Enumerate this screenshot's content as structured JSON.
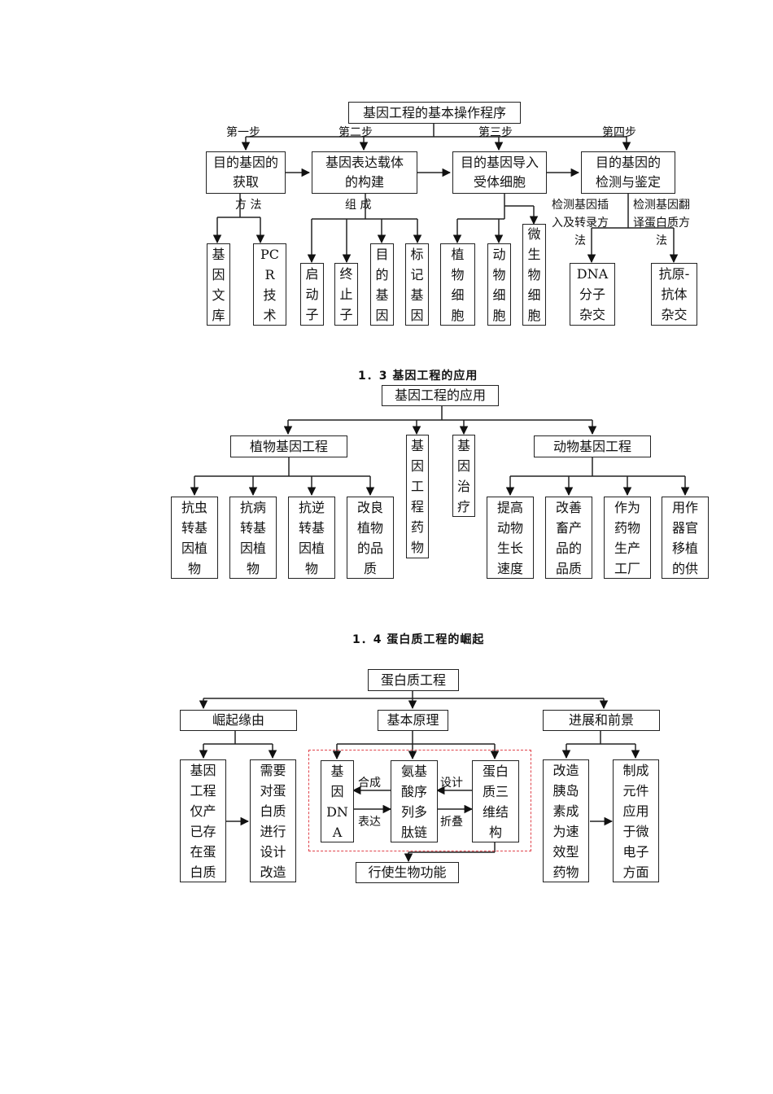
{
  "diagram1": {
    "root": "基因工程的基本操作程序",
    "steps": [
      {
        "label": "第一步",
        "box": "目的基因的获取",
        "box_lines": [
          "目的基因的",
          "获取"
        ],
        "edge_label": "方  法",
        "children": [
          [
            "基",
            "因",
            "文",
            "库"
          ],
          [
            "PC",
            "R",
            "技",
            "术"
          ]
        ]
      },
      {
        "label": "第二步",
        "box": "基因表达载体的构建",
        "box_lines": [
          "基因表达载体",
          "的构建"
        ],
        "edge_label": "组  成",
        "children": [
          [
            "启",
            "动",
            "子"
          ],
          [
            "终",
            "止",
            "子"
          ],
          [
            "目",
            "的",
            "基",
            "因"
          ],
          [
            "标",
            "记",
            "基",
            "因"
          ]
        ]
      },
      {
        "label": "第三步",
        "box": "目的基因导入受体细胞",
        "box_lines": [
          "目的基因导入",
          "受体细胞"
        ],
        "children": [
          [
            "植",
            "物",
            "细",
            "胞"
          ],
          [
            "动",
            "物",
            "细",
            "胞"
          ],
          [
            "微",
            "生",
            "物",
            "细",
            "胞"
          ]
        ]
      },
      {
        "label": "第四步",
        "box": "目的基因的检测与鉴定",
        "box_lines": [
          "目的基因的",
          "检测与鉴定"
        ],
        "branch_labels": [
          [
            "检测基因插",
            "入及转录方",
            "法"
          ],
          [
            "检测基因翻",
            "译蛋白质方",
            "法"
          ]
        ],
        "children": [
          [
            "DNA",
            "分子",
            "杂交"
          ],
          [
            "抗原-",
            "抗体",
            "杂交"
          ]
        ]
      }
    ]
  },
  "diagram2": {
    "heading": "1．3   基因工程的应用",
    "root": "基因工程的应用",
    "plant": {
      "label": "植物基因工程",
      "children": [
        [
          "抗虫",
          "转基",
          "因植",
          "物"
        ],
        [
          "抗病",
          "转基",
          "因植",
          "物"
        ],
        [
          "抗逆",
          "转基",
          "因植",
          "物"
        ],
        [
          "改良",
          "植物",
          "的品",
          "质"
        ]
      ]
    },
    "drug": [
      "基",
      "因",
      "工",
      "程",
      "药",
      "物"
    ],
    "therapy": [
      "基",
      "因",
      "治",
      "疗"
    ],
    "animal": {
      "label": "动物基因工程",
      "children": [
        [
          "提高",
          "动物",
          "生长",
          "速度"
        ],
        [
          "改善",
          "畜产",
          "品的",
          "品质"
        ],
        [
          "作为",
          "药物",
          "生产",
          "工厂"
        ],
        [
          "用作",
          "器官",
          "移植",
          "的供"
        ]
      ]
    }
  },
  "diagram3": {
    "heading": "1．4   蛋白质工程的崛起",
    "root": "蛋白质工程",
    "origin": {
      "label": "崛起缘由",
      "left": [
        "基因",
        "工程",
        "仅产",
        "已存",
        "在蛋",
        "白质"
      ],
      "right": [
        "需要",
        "对蛋",
        "白质",
        "进行",
        "设计",
        "改造"
      ]
    },
    "principle": {
      "label": "基本原理",
      "dna": [
        "基",
        "因",
        "DN",
        "A"
      ],
      "peptide": [
        "氨基",
        "酸序",
        "列多",
        "肽链"
      ],
      "structure": [
        "蛋白",
        "质三",
        "维结",
        "构"
      ],
      "arrow_synthesis": "合成",
      "arrow_expression": "表达",
      "arrow_design": "设计",
      "arrow_folding": "折叠",
      "result": "行使生物功能",
      "frame_color": "#e0424a"
    },
    "prospect": {
      "label": "进展和前景",
      "left": [
        "改造",
        "胰岛",
        "素成",
        "为速",
        "效型",
        "药物"
      ],
      "right": [
        "制成",
        "元件",
        "应用",
        "于微",
        "电子",
        "方面"
      ]
    }
  }
}
